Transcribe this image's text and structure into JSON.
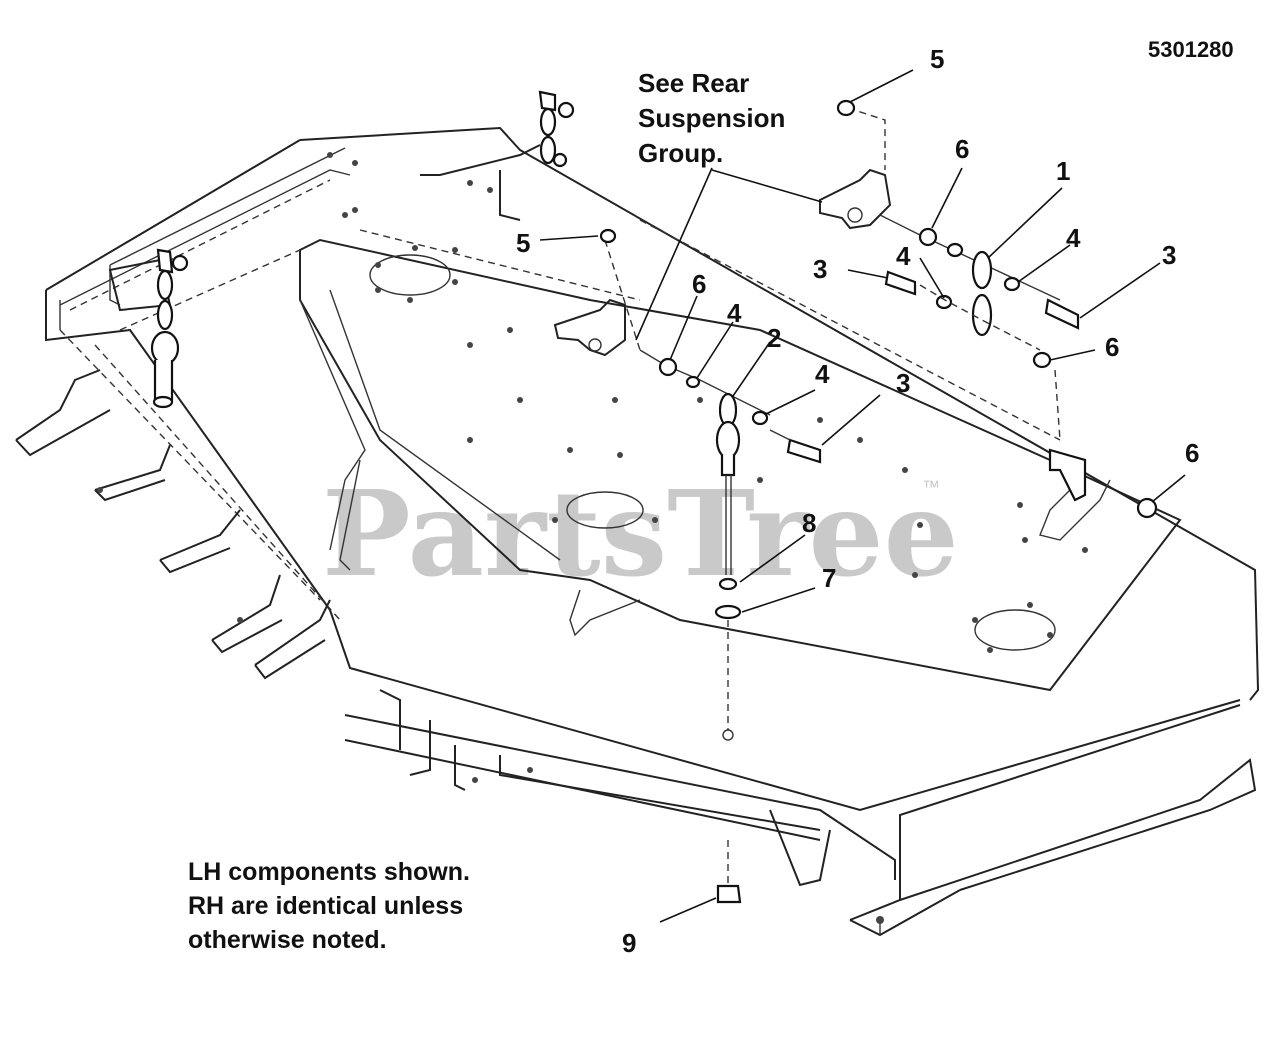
{
  "diagram_id": "5301280",
  "watermark": {
    "text": "PartsTree",
    "trademark": "™"
  },
  "callout_note": [
    "See Rear",
    "Suspension",
    "Group."
  ],
  "footnote": [
    "LH components shown.",
    "RH are identical unless",
    "otherwise noted."
  ],
  "parts": {
    "p1": "1",
    "p2": "2",
    "p3a": "3",
    "p3b": "3",
    "p3c": "3",
    "p4a": "4",
    "p4b": "4",
    "p4c": "4",
    "p4d": "4",
    "p5a": "5",
    "p5b": "5",
    "p6a": "6",
    "p6b": "6",
    "p6c": "6",
    "p6d": "6",
    "p7": "7",
    "p8": "8",
    "p9": "9"
  }
}
